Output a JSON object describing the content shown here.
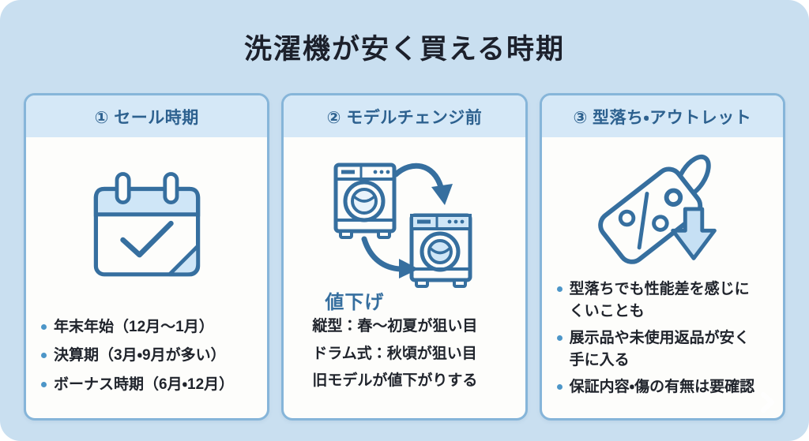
{
  "title": "洗濯機が安く買える時期",
  "colors": {
    "background": "#c9dff0",
    "card_border": "#86b5d9",
    "card_header_bg": "#d5e8f7",
    "header_text": "#2d618f",
    "icon_blue": "#366f9f",
    "icon_light_blue": "#cfe6f7",
    "bullet_dot": "#4d96c8",
    "body_text": "#20242c",
    "title_text": "#1c202b"
  },
  "cards": [
    {
      "header": "① セール時期",
      "icon": "calendar-check-icon",
      "bullets": [
        "年末年始（12月〜1月）",
        "決算期（3月・9月が多い）",
        "ボーナス時期（6月・12月）"
      ]
    },
    {
      "header": "② モデルチェンジ前",
      "icon": "washing-machine-model-change-icon",
      "icon_label": "値下げ",
      "lines": [
        "縦型：春〜初夏が狙い目",
        "ドラム式：秋頃が狙い目",
        "旧モデルが値下がりする"
      ]
    },
    {
      "header": "③ 型落ち・アウトレット",
      "icon": "discount-tag-down-arrow-icon",
      "bullets": [
        "型落ちでも性能差を感じにくいことも",
        "展示品や未使用返品が安く手に入る",
        "保証内容・傷の有無は要確認"
      ]
    }
  ]
}
